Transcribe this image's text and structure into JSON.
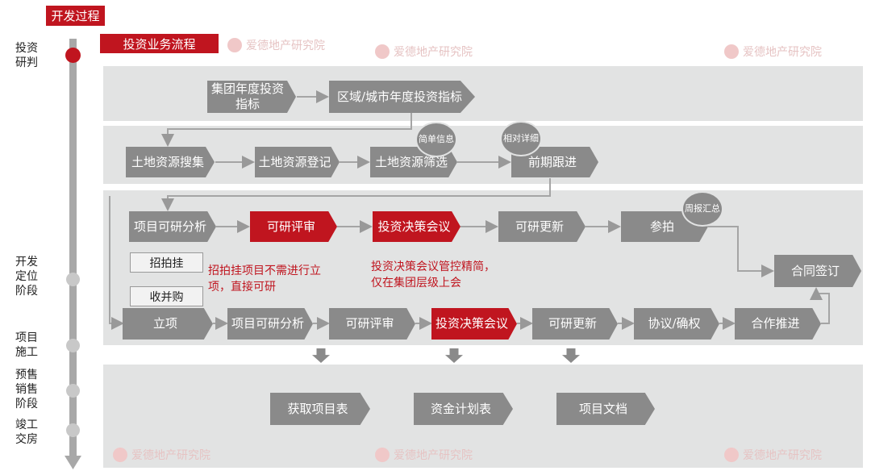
{
  "header": {
    "process": "开发过程",
    "flow": "投资业务流程"
  },
  "stages": [
    "投资研判",
    "开发定位阶段",
    "项目施工",
    "预售销售阶段",
    "竣工交房"
  ],
  "watermark": "爱德地产研究院",
  "row1": [
    "集团年度投资指标",
    "区域/城市年度投资指标"
  ],
  "row2": [
    "土地资源搜集",
    "土地资源登记",
    "土地资源筛选",
    "前期跟进"
  ],
  "row2_notes": [
    "简单信息",
    "相对详细"
  ],
  "row3": [
    "项目可研分析",
    "可研评审",
    "投资决策会议",
    "可研更新",
    "参拍"
  ],
  "row3_note": "周报汇总",
  "contract": "合同签订",
  "types": [
    "招拍挂",
    "收并购"
  ],
  "notes": [
    "招拍挂项目不需进行立项，直接可研",
    "投资决策会议管控精简，仅在集团层级上会"
  ],
  "row4": [
    "立项",
    "项目可研分析",
    "可研评审",
    "投资决策会议",
    "可研更新",
    "协议/确权",
    "合作推进"
  ],
  "outputs": [
    "获取项目表",
    "资金计划表",
    "项目文档"
  ],
  "colors": {
    "accent": "#c0151f",
    "node": "#8a8a8a",
    "panel": "#e2e3e3"
  }
}
